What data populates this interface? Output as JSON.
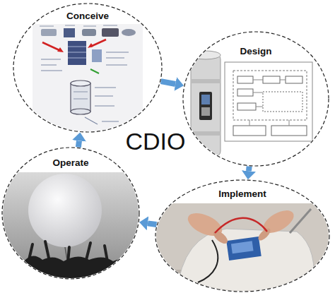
{
  "diagram": {
    "nodes": [
      {
        "text": [
          "Conceive"
        ]
      },
      {
        "text": [
          "Design"
        ]
      },
      {
        "text": [
          "Implement"
        ]
      },
      {
        "text": [
          "Operate"
        ]
      }
    ],
    "edges": [
      {
        "from": 0,
        "to": 1,
        "arrow": "to"
      },
      {
        "from": 1,
        "to": 2,
        "arrow": "to"
      },
      {
        "from": 2,
        "to": 3,
        "arrow": "to"
      },
      {
        "from": 3,
        "to": 0,
        "arrow": "to"
      }
    ],
    "labels": [
      "CDIO"
    ]
  }
}
